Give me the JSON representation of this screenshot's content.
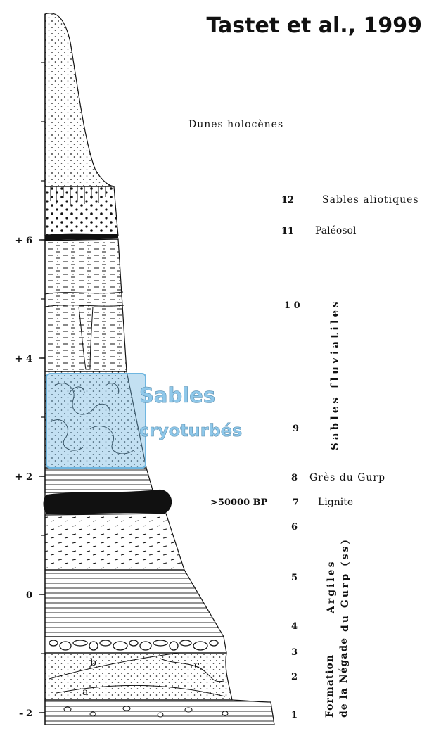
{
  "citation": "Tastet et al., 1999",
  "highlight": {
    "label_line1": "Sables",
    "label_line2": "cryoturbés",
    "color": "#6fb6e0",
    "text_color": "#8fc8ea"
  },
  "scale_ticks": [
    {
      "label": "+ 6",
      "value": 6
    },
    {
      "label": "+ 4",
      "value": 4
    },
    {
      "label": "+ 2",
      "value": 2
    },
    {
      "label": "0",
      "value": 0
    },
    {
      "label": "- 2",
      "value": -2
    }
  ],
  "dating_note": ">50000 BP",
  "units": [
    {
      "number": "",
      "name": "Dunes holocènes"
    },
    {
      "number": "12",
      "name": "Sables aliotiques"
    },
    {
      "number": "11",
      "name": "Paléosol"
    },
    {
      "number": "1 0",
      "name": ""
    },
    {
      "number": "9",
      "name": ""
    },
    {
      "number": "8",
      "name": "Grès du Gurp"
    },
    {
      "number": "7",
      "name": "Lignite"
    },
    {
      "number": "6",
      "name": ""
    },
    {
      "number": "5",
      "name": ""
    },
    {
      "number": "4",
      "name": ""
    },
    {
      "number": "3",
      "name": ""
    },
    {
      "number": "2",
      "name": ""
    },
    {
      "number": "1",
      "name": ""
    }
  ],
  "group_labels": {
    "fluviatiles": "Sables fluviatiles",
    "argiles_line1": "Argiles",
    "argiles_line2": "du Gurp (ss)",
    "formation_line1": "Formation",
    "formation_line2": "de la Négade"
  },
  "sublayer_letters": [
    "a",
    "b",
    "c"
  ]
}
